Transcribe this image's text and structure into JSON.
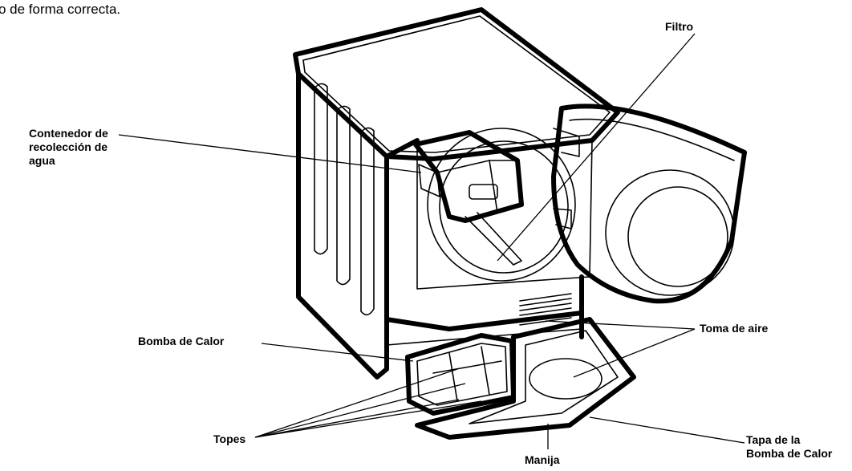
{
  "intro_text": "o de forma correcta.",
  "labels": {
    "filtro": "Filtro",
    "contenedor": [
      "Contenedor de",
      "recolección de",
      "agua"
    ],
    "bomba_calor": "Bomba de Calor",
    "toma_aire": "Toma de aire",
    "topes": "Topes",
    "manija": "Manija",
    "tapa": [
      "Tapa de la",
      "Bomba de Calor"
    ]
  }
}
